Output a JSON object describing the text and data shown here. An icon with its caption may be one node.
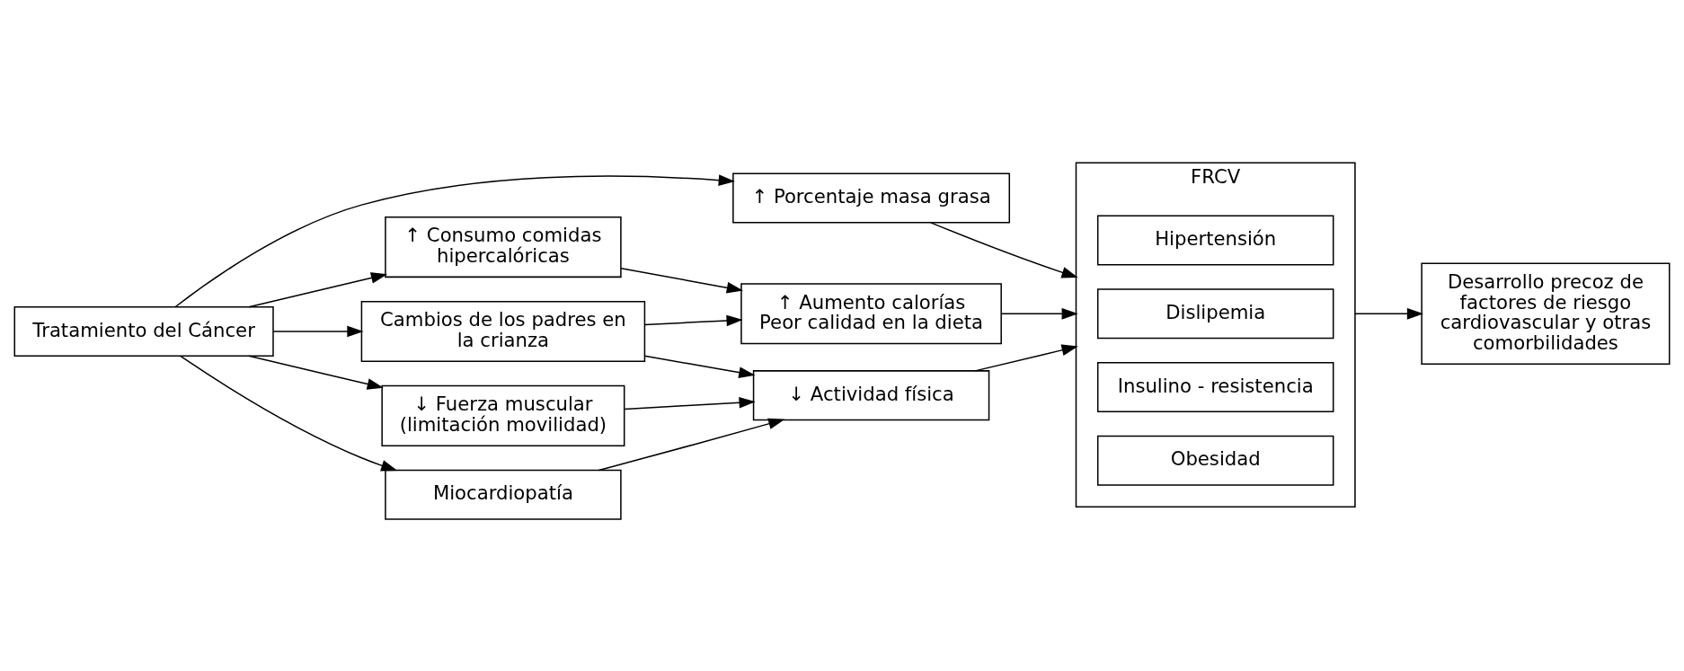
{
  "diagram": {
    "nodes": [
      {
        "text": [
          "Tratamiento del Cáncer"
        ]
      },
      {
        "text": [
          "↑ Porcentaje masa grasa"
        ]
      },
      {
        "text": [
          "↑ Consumo comidas hipercalóricas"
        ]
      },
      {
        "text": [
          "Cambios de los padres en la crianza"
        ]
      },
      {
        "text": [
          "↓ Fuerza muscular (limitación movilidad)"
        ]
      },
      {
        "text": [
          "Miocardiopatía"
        ]
      },
      {
        "text": [
          "↑ Aumento calorías",
          "Peor calidad en la dieta"
        ]
      },
      {
        "text": [
          "↓ Actividad física"
        ]
      },
      {
        "text": [
          "FRCV"
        ]
      },
      {
        "text": [
          "Obesidad"
        ],
        "in": 8
      },
      {
        "text": [
          "Insulino - resistencia"
        ],
        "in": 8
      },
      {
        "text": [
          "Dislipemia"
        ],
        "in": 8
      },
      {
        "text": [
          "Hipertensión"
        ],
        "in": 8
      },
      {
        "text": [
          "Desarrollo precoz de factores de riesgo cardiovascular y otras comorbilidades"
        ]
      }
    ],
    "edges": [
      {
        "from": 0,
        "to": 1,
        "arrow": "to"
      },
      {
        "from": 0,
        "to": 2,
        "arrow": "to"
      },
      {
        "from": 0,
        "to": 3,
        "arrow": "to"
      },
      {
        "from": 0,
        "to": 4,
        "arrow": "to"
      },
      {
        "from": 0,
        "to": 5,
        "arrow": "to"
      },
      {
        "from": 1,
        "to": 8,
        "arrow": "to"
      },
      {
        "from": 2,
        "to": 6,
        "arrow": "to"
      },
      {
        "from": 3,
        "to": 6,
        "arrow": "to"
      },
      {
        "from": 3,
        "to": 7,
        "arrow": "to"
      },
      {
        "from": 4,
        "to": 7,
        "arrow": "to"
      },
      {
        "from": 5,
        "to": 7,
        "arrow": "to"
      },
      {
        "from": 6,
        "to": 8,
        "arrow": "to"
      },
      {
        "from": 7,
        "to": 8,
        "arrow": "to"
      },
      {
        "from": 8,
        "to": 13,
        "arrow": "to"
      }
    ]
  }
}
